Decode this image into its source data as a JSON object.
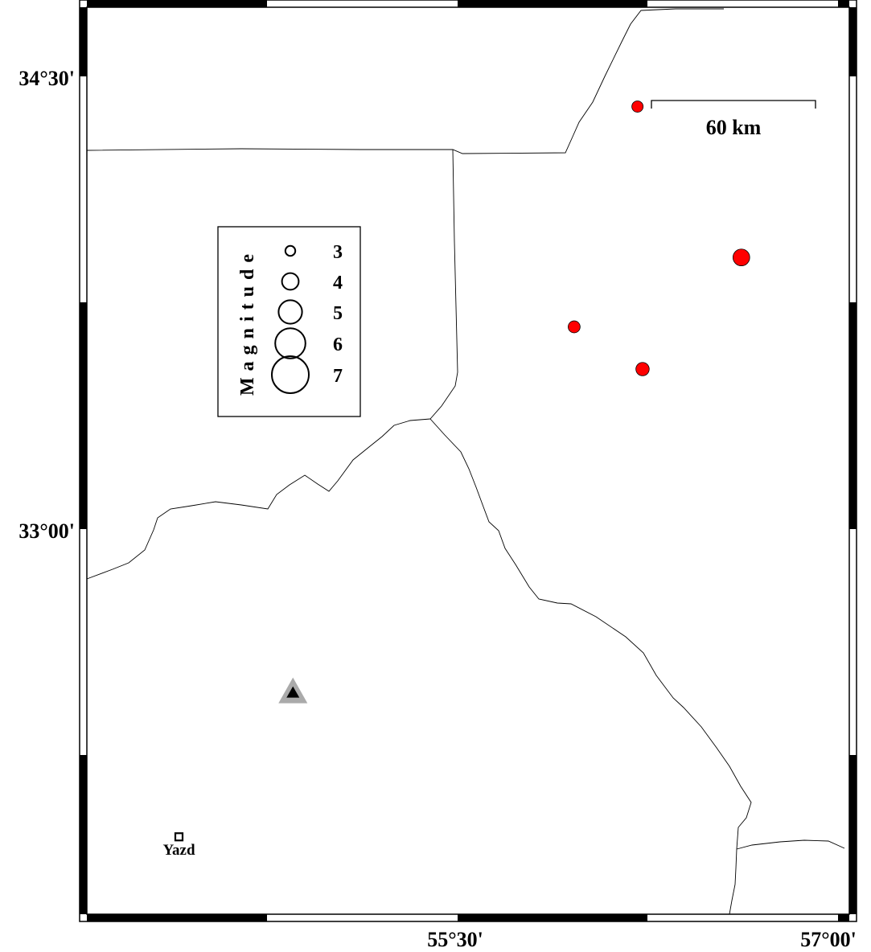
{
  "map": {
    "lat_labels": [
      {
        "text": "34°30'",
        "lat": 34.5
      },
      {
        "text": "33°00'",
        "lat": 33.0
      }
    ],
    "lon_labels": [
      {
        "text": "55°30'",
        "lon": 55.5
      },
      {
        "text": "57°00'",
        "lon": 57.0
      }
    ],
    "scale_bar": {
      "label": "60 km"
    },
    "legend": {
      "title": "Magnitude",
      "entries": [
        {
          "label": "3",
          "magnitude": 3
        },
        {
          "label": "4",
          "magnitude": 4
        },
        {
          "label": "5",
          "magnitude": 5
        },
        {
          "label": "6",
          "magnitude": 6
        },
        {
          "label": "7",
          "magnitude": 7
        }
      ]
    },
    "events": [
      {
        "lat": 34.4,
        "lon": 56.21,
        "magnitude": 3.2
      },
      {
        "lat": 33.9,
        "lon": 56.62,
        "magnitude": 4.0
      },
      {
        "lat": 33.67,
        "lon": 55.96,
        "magnitude": 3.3
      },
      {
        "lat": 33.53,
        "lon": 56.23,
        "magnitude": 3.5
      }
    ],
    "station": {
      "lat": 32.46,
      "lon": 54.85
    },
    "city": {
      "name": "Yazd",
      "lat": 31.98,
      "lon": 54.4
    },
    "colors": {
      "event": "#ff0000",
      "station_outer": "#aaaaaa",
      "station_inner": "#000000"
    }
  }
}
